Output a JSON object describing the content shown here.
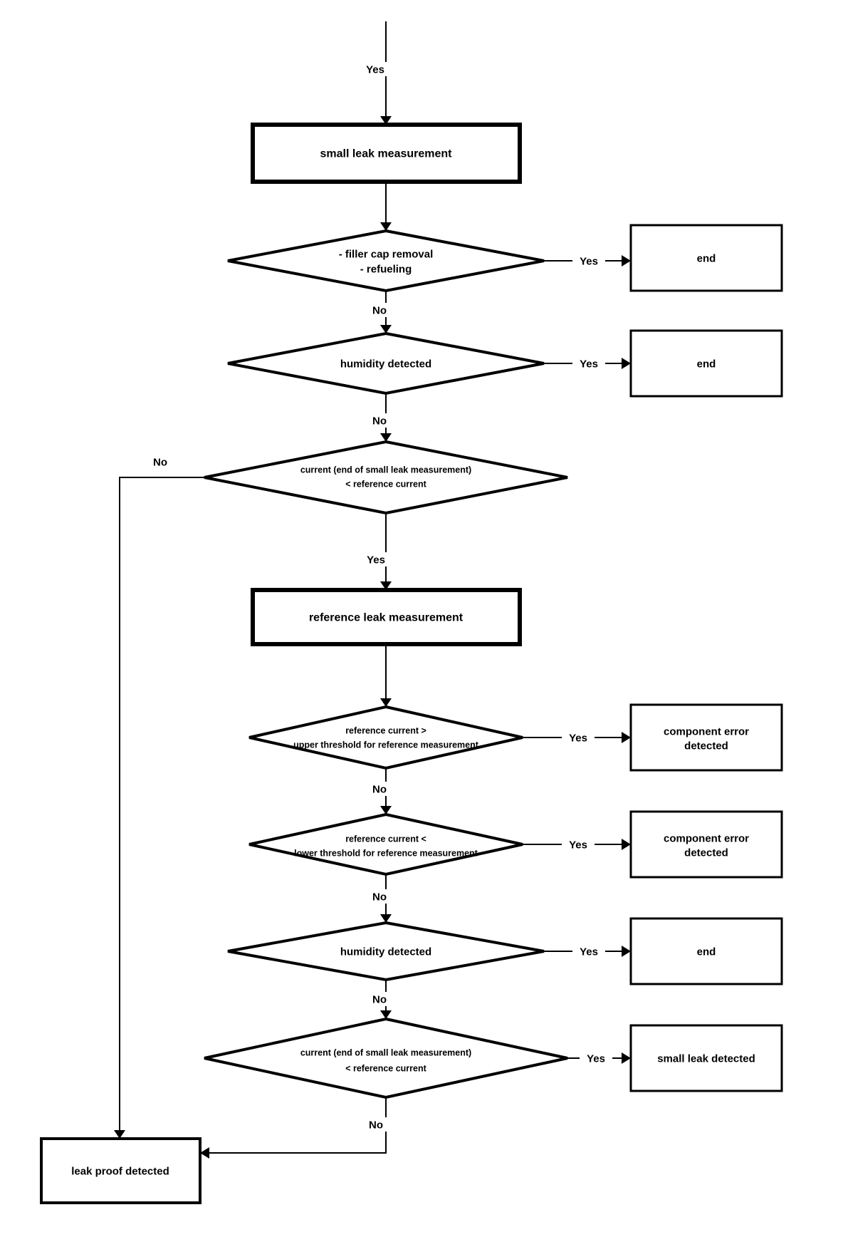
{
  "edge": {
    "yes": "Yes",
    "no": "No"
  },
  "nodes": {
    "small_leak_measurement": "small leak measurement",
    "filler_cap_refueling": [
      "- filler cap removal",
      "- refueling"
    ],
    "humidity_detected_1": "humidity detected",
    "current_check_1": [
      "current (end of small leak measurement)",
      "< reference current"
    ],
    "reference_leak_measurement": "reference leak measurement",
    "upper_threshold_check": [
      "reference current >",
      "upper threshold for reference measurement"
    ],
    "lower_threshold_check": [
      "reference current <",
      "lower threshold for reference measurement"
    ],
    "humidity_detected_2": "humidity detected",
    "current_check_2": [
      "current (end of small leak measurement)",
      "< reference current"
    ],
    "end_1": "end",
    "end_2": "end",
    "end_3": "end",
    "component_error_1": [
      "component error",
      "detected"
    ],
    "component_error_2": [
      "component error",
      "detected"
    ],
    "small_leak_detected": "small leak detected",
    "leak_proof_detected": "leak proof detected"
  },
  "colors": {
    "line": "#000000",
    "background": "#ffffff"
  }
}
